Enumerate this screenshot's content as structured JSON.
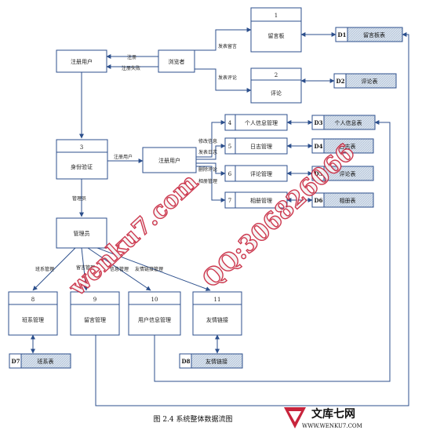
{
  "processes": {
    "p1": {
      "num": "1",
      "name": "留言板"
    },
    "p2": {
      "num": "2",
      "name": "评论"
    },
    "p3": {
      "num": "3",
      "name": "身份验证"
    },
    "p4": {
      "num": "4",
      "name": "个人信息管理"
    },
    "p5": {
      "num": "5",
      "name": "日志管理"
    },
    "p6": {
      "num": "6",
      "name": "评论管理"
    },
    "p7": {
      "num": "7",
      "name": "相册管理"
    },
    "p8": {
      "num": "8",
      "name": "班系管理"
    },
    "p9": {
      "num": "9",
      "name": "留言管理"
    },
    "p10": {
      "num": "10",
      "name": "用户信息管理"
    },
    "p11": {
      "num": "11",
      "name": "友情链接"
    }
  },
  "entities": {
    "registered_user_top": "注册用户",
    "visitor": "浏览者",
    "registered_user_mid": "注册用户",
    "admin": "管理员"
  },
  "stores": {
    "d1": {
      "id": "D1",
      "name": "留言板表"
    },
    "d2": {
      "id": "D2",
      "name": "评论表"
    },
    "d3": {
      "id": "D3",
      "name": "个人信息表"
    },
    "d4": {
      "id": "D4",
      "name": "日志表"
    },
    "d5": {
      "id": "D5",
      "name": "评论表"
    },
    "d6": {
      "id": "D6",
      "name": "相册表"
    },
    "d7": {
      "id": "D7",
      "name": "班系表"
    },
    "d8": {
      "id": "D8",
      "name": "友情链接"
    }
  },
  "flow_labels": {
    "register": "注册",
    "register_fail": "注册失败",
    "post_message": "发表留言",
    "post_comment": "发表评论",
    "reg_user": "注册用户",
    "admin_role": "管理员",
    "modify_info": "修改信息",
    "post_log": "发表日志",
    "delete_comment": "删除评论",
    "album_mgmt": "相册管理",
    "class_mgmt": "班系管理",
    "msg_mgmt": "留言管理",
    "info_mgmt": "信息管理",
    "link_mgmt": "友情链接管理"
  },
  "caption": "图 2.4 系统整体数据流图",
  "watermark": {
    "line1": "wenku7.com",
    "line2": "QQ:306826066"
  },
  "logo": {
    "name": "文库七网",
    "url": "WWW.WENKU7.COM"
  }
}
